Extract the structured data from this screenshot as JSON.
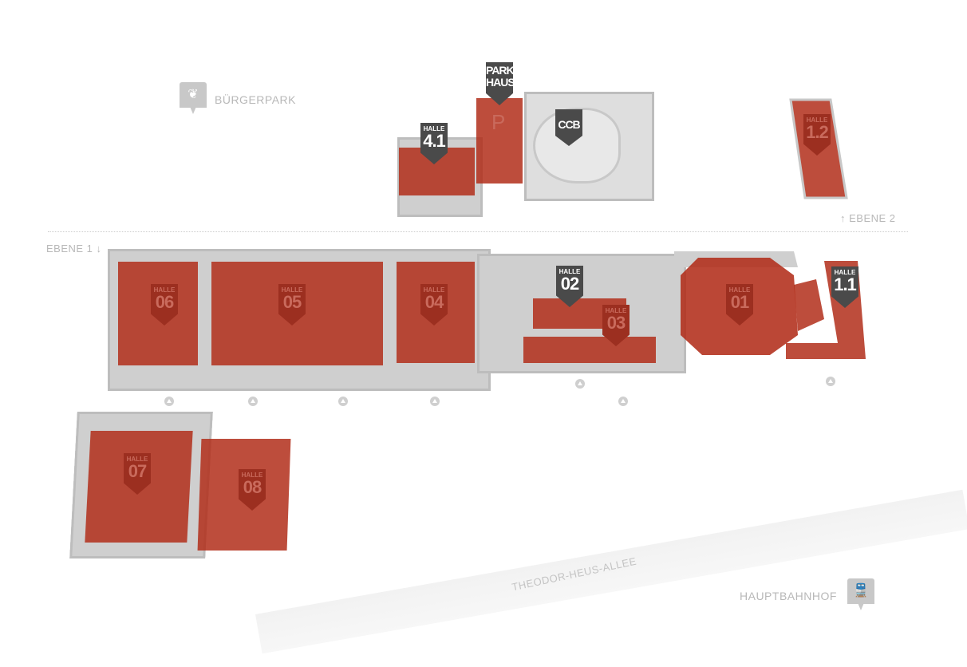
{
  "level_labels": {
    "upper": "↑ EBENE 2",
    "lower": "EBENE 1 ↓"
  },
  "pois": [
    {
      "label": "BÜRGERPARK",
      "icon": "leaf-icon"
    },
    {
      "label": "HAUPTBAHNHOF",
      "icon": "train-icon"
    }
  ],
  "street": "THEODOR-HEUS-ALLEE",
  "colors": {
    "hall": "#b22e1a",
    "building": "#cfcfcf",
    "marker": "#4a4a4a"
  },
  "halls": [
    {
      "small": "HALLE",
      "big": "4.1"
    },
    {
      "small": "PARK",
      "big": "HAUS"
    },
    {
      "small": "",
      "big": "CCB"
    },
    {
      "small": "HALLE",
      "big": "1.2"
    },
    {
      "small": "HALLE",
      "big": "06"
    },
    {
      "small": "HALLE",
      "big": "05"
    },
    {
      "small": "HALLE",
      "big": "04"
    },
    {
      "small": "HALLE",
      "big": "02"
    },
    {
      "small": "HALLE",
      "big": "03"
    },
    {
      "small": "HALLE",
      "big": "01"
    },
    {
      "small": "HALLE",
      "big": "1.1"
    },
    {
      "small": "HALLE",
      "big": "07"
    },
    {
      "small": "HALLE",
      "big": "08"
    }
  ],
  "parking_symbol": "P"
}
